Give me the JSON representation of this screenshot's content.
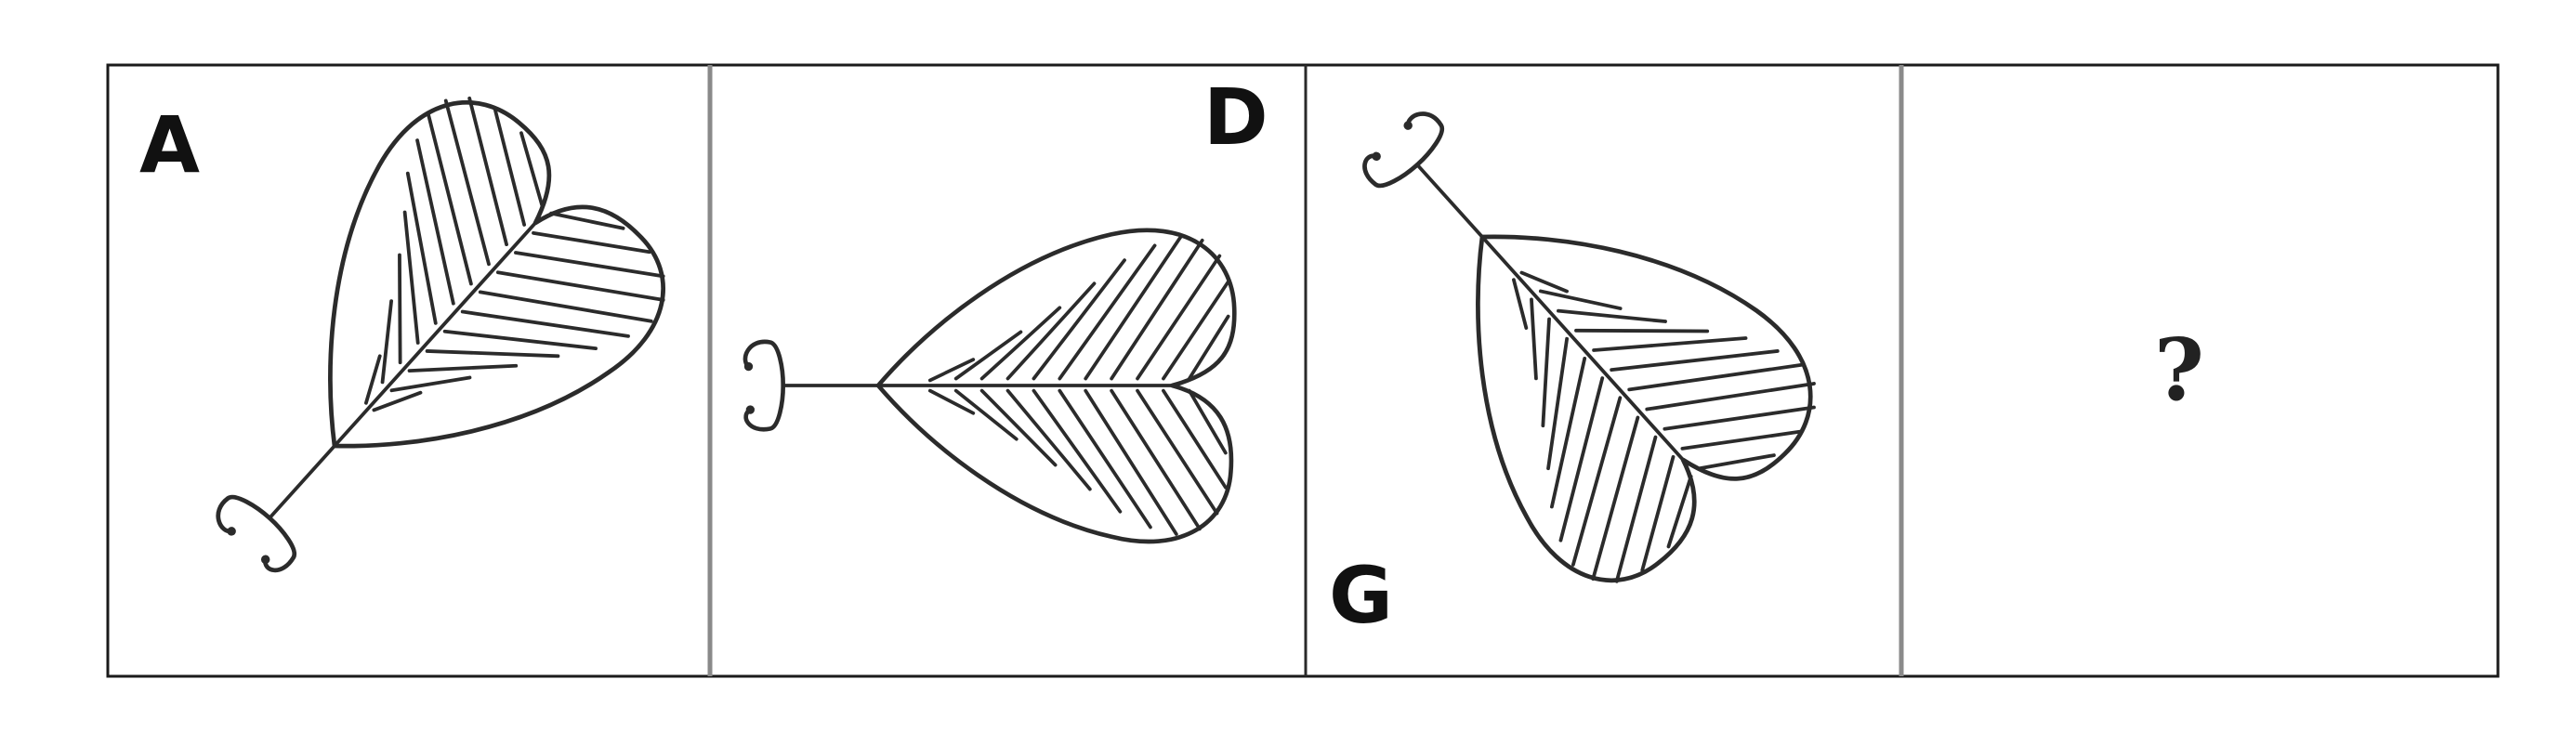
{
  "panels": [
    {
      "label": "A"
    },
    {
      "label": "D"
    },
    {
      "label": "G"
    },
    {
      "label": "?"
    }
  ],
  "colors": {
    "stroke": "#2b2b2b",
    "frame": "#1a1a1a",
    "divider": "#8a8a8a",
    "background": "#ffffff"
  },
  "icons": [
    "leaf-beetle-icon",
    "question-mark-icon"
  ]
}
